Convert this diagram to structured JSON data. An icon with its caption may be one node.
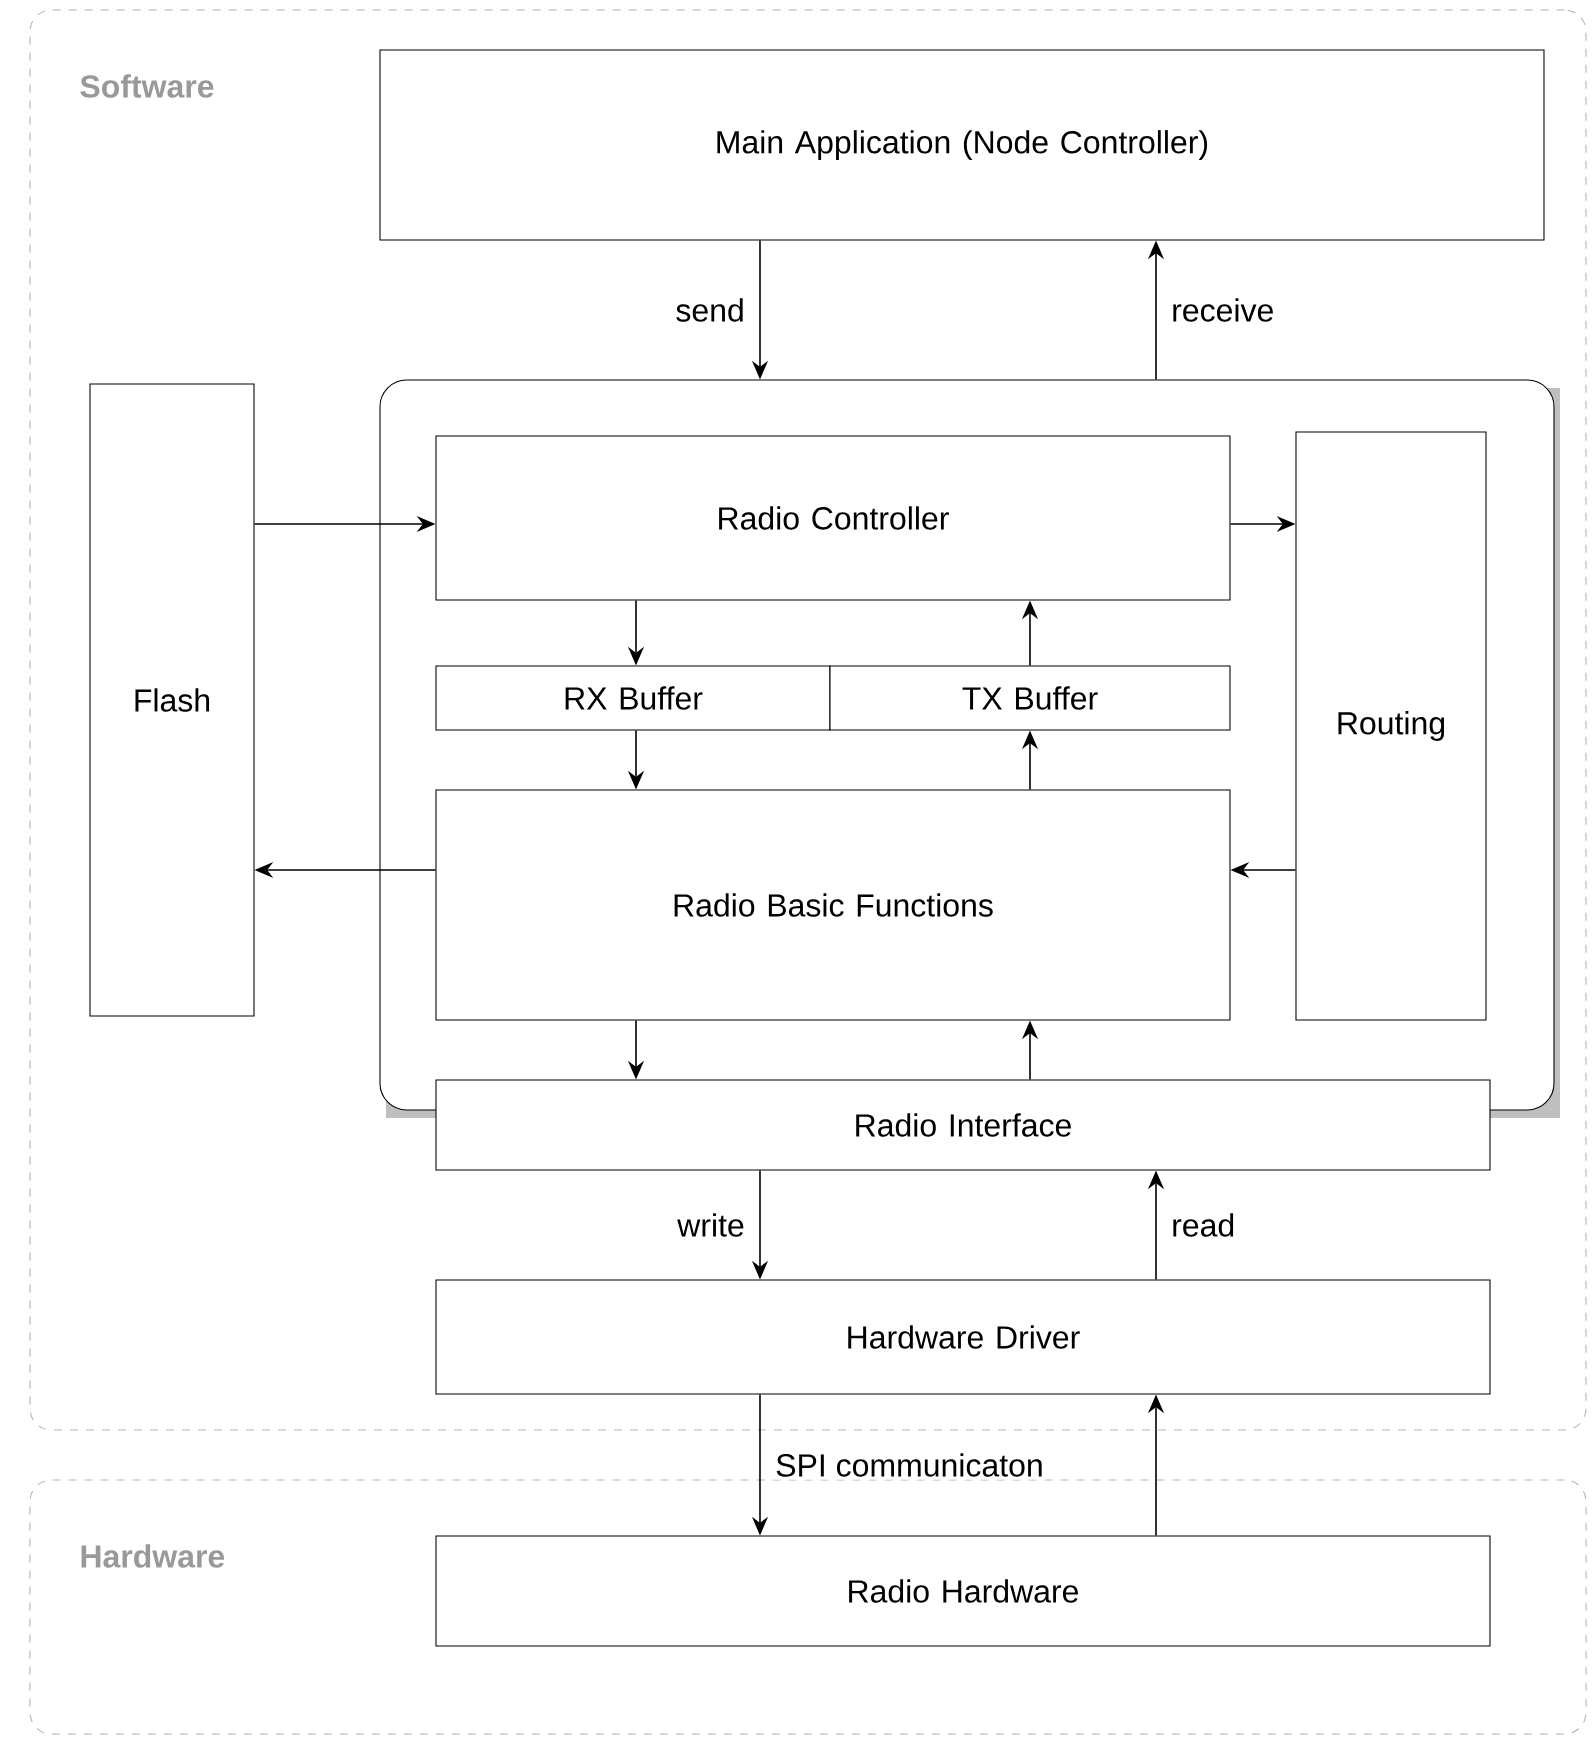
{
  "diagram": {
    "nodes": [
      {
        "text": [
          "Software"
        ]
      },
      {
        "text": [
          "Main Application (Node Controller)"
        ],
        "in": 0
      },
      {
        "text": [],
        "shape": "box",
        "in": 0
      },
      {
        "text": [
          "Flash"
        ],
        "in": 0
      },
      {
        "text": [
          "Radio Controller"
        ],
        "in": 2
      },
      {
        "text": [
          "Routing"
        ],
        "in": 2
      },
      {
        "text": [
          "RX Buffer"
        ],
        "in": 2
      },
      {
        "text": [
          "TX Buffer"
        ],
        "in": 2
      },
      {
        "text": [
          "Radio Basic Functions"
        ],
        "in": 2
      },
      {
        "text": [
          "Radio Interface"
        ],
        "in": 0
      },
      {
        "text": [
          "Hardware Driver"
        ],
        "in": 0
      },
      {
        "text": [
          "Hardware"
        ]
      },
      {
        "text": [
          "Radio Hardware"
        ],
        "in": 11
      }
    ],
    "edges": [
      {
        "from": 1,
        "to": 2,
        "arrow": "to",
        "label": "send"
      },
      {
        "from": 2,
        "to": 1,
        "arrow": "to",
        "label": "receive"
      },
      {
        "from": 3,
        "to": 4,
        "arrow": "to"
      },
      {
        "from": 4,
        "to": 5,
        "arrow": "to"
      },
      {
        "from": 4,
        "to": 6,
        "arrow": "to"
      },
      {
        "from": 7,
        "to": 4,
        "arrow": "to"
      },
      {
        "from": 6,
        "to": 8,
        "arrow": "to"
      },
      {
        "from": 8,
        "to": 7,
        "arrow": "to"
      },
      {
        "from": 5,
        "to": 8,
        "arrow": "to"
      },
      {
        "from": 8,
        "to": 3,
        "arrow": "to"
      },
      {
        "from": 8,
        "to": 9,
        "arrow": "to"
      },
      {
        "from": 9,
        "to": 8,
        "arrow": "to"
      },
      {
        "from": 9,
        "to": 10,
        "arrow": "to",
        "label": "write"
      },
      {
        "from": 10,
        "to": 9,
        "arrow": "to",
        "label": "read"
      },
      {
        "from": 10,
        "to": 12,
        "arrow": "to",
        "label": "SPI communicaton"
      },
      {
        "from": 12,
        "to": 10,
        "arrow": "to"
      }
    ]
  }
}
